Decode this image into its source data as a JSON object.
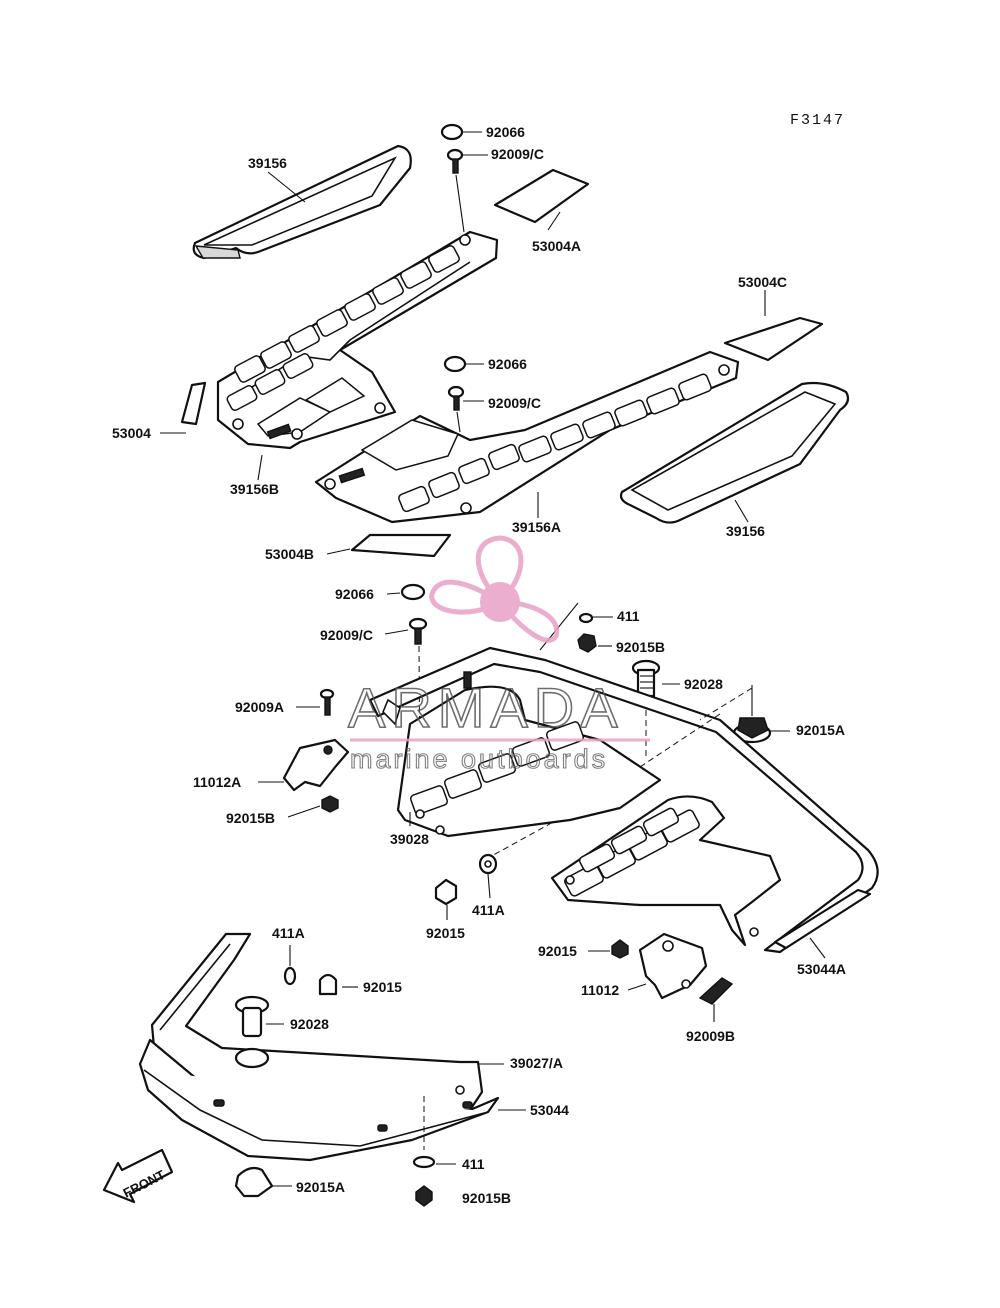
{
  "figure_code": "F3147",
  "watermark": {
    "brand": "ARMADA",
    "tagline": "marine outboards",
    "accent_color": "#e8a0c6",
    "icon": "propeller-icon"
  },
  "front_marker": "FRONT",
  "parts": {
    "p92066_a": "92066",
    "p92009c_a": "92009/C",
    "p39156_a": "39156",
    "p53004A": "53004A",
    "p53004C": "53004C",
    "p92066_b": "92066",
    "p92009c_b": "92009/C",
    "p53004": "53004",
    "p39156B": "39156B",
    "p39156A": "39156A",
    "p39156_b": "39156",
    "p53004B": "53004B",
    "p92066_c": "92066",
    "p92009c_c": "92009/C",
    "p411_a": "411",
    "p92015B_a": "92015B",
    "p92028_a": "92028",
    "p92015A_a": "92015A",
    "p92009A": "92009A",
    "p11012A": "11012A",
    "p92015B_b": "92015B",
    "p39028": "39028",
    "p411A_a": "411A",
    "p92015_a": "92015",
    "p53044A": "53044A",
    "p92015_b": "92015",
    "p11012": "11012",
    "p92009B": "92009B",
    "p411A_b": "411A",
    "p92015_c": "92015",
    "p92028_b": "92028",
    "p39027A": "39027/A",
    "p53044": "53044",
    "p411_b": "411",
    "p92015A_b": "92015A",
    "p92015B_c": "92015B"
  }
}
